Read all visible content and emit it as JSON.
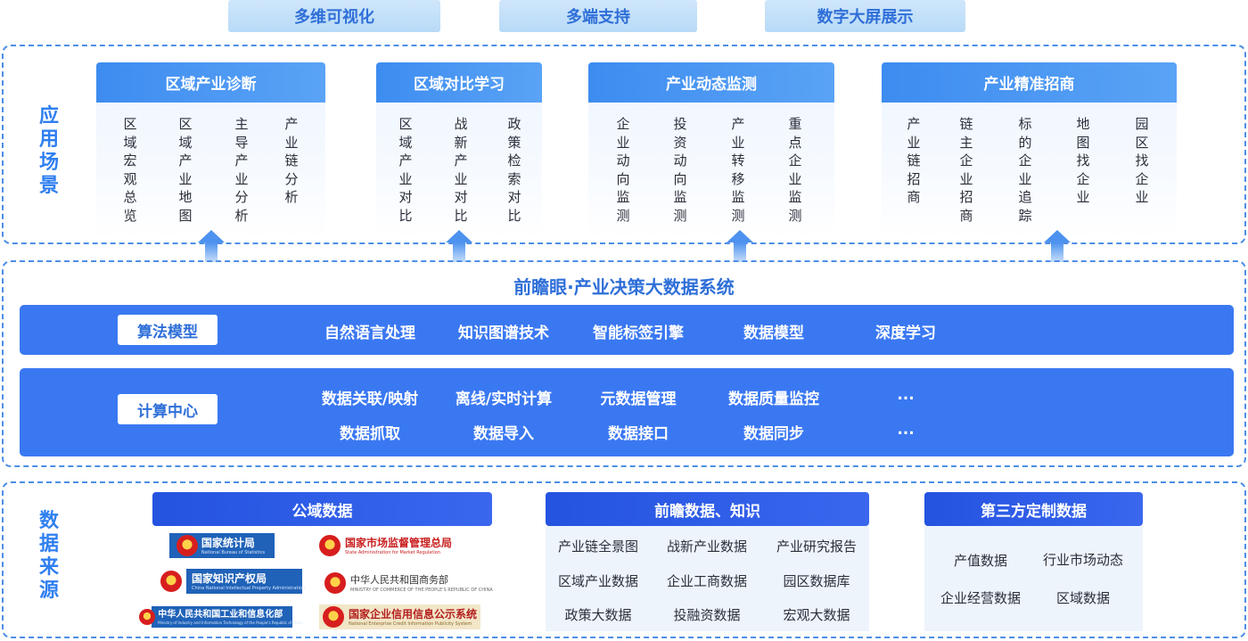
{
  "top_tabs": [
    "多维可视化",
    "多端支持",
    "数字大屏展示"
  ],
  "app_section": {
    "label": "应用场景",
    "cards": [
      {
        "title": "区域产业诊断",
        "items": [
          "区域宏观总览",
          "区域产业地图",
          "主导产业分析",
          "产业链分析"
        ]
      },
      {
        "title": "区域对比学习",
        "items": [
          "区域产业对比",
          "战新产业对比",
          "政策检索对比"
        ]
      },
      {
        "title": "产业动态监测",
        "items": [
          "企业动向监测",
          "投资动向监测",
          "产业转移监测",
          "重点企业监测"
        ]
      },
      {
        "title": "产业精准招商",
        "items": [
          "产业链招商",
          "链主企业招商",
          "标的企业追踪",
          "地图找企业",
          "园区找企业"
        ]
      }
    ]
  },
  "system": {
    "title": "前瞻眼·产业决策大数据系统",
    "algo": {
      "label": "算法模型",
      "items": [
        "自然语言处理",
        "知识图谱技术",
        "智能标签引擎",
        "数据模型",
        "深度学习"
      ]
    },
    "compute": {
      "label": "计算中心",
      "row1": [
        "数据关联/映射",
        "离线/实时计算",
        "元数据管理",
        "数据质量监控",
        "..."
      ],
      "row2": [
        "数据抓取",
        "数据导入",
        "数据接口",
        "数据同步",
        "..."
      ]
    }
  },
  "data_section": {
    "label": "数据来源",
    "public": {
      "title": "公域数据",
      "logos": [
        {
          "name": "国家统计局",
          "sub": "National Bureau of Statistics"
        },
        {
          "name": "国家市场监督管理总局",
          "sub": "State Administration for Market Regulation"
        },
        {
          "name": "国家知识产权局",
          "sub": "China National Intellectual Property Administration"
        },
        {
          "name": "中华人民共和国商务部",
          "sub": "MINISTRY OF COMMERCE OF THE PEOPLE'S REPUBLIC OF CHINA"
        },
        {
          "name": "中华人民共和国工业和信息化部",
          "sub": "Ministry of Industry and Information Technology of the People's Republic of China"
        },
        {
          "name": "国家企业信用信息公示系统",
          "sub": "National Enterprise Credit Information Publicity System"
        }
      ]
    },
    "qianzhan": {
      "title": "前瞻数据、知识",
      "items": [
        "产业链全景图",
        "战新产业数据",
        "产业研究报告",
        "区域产业数据",
        "企业工商数据",
        "园区数据库",
        "政策大数据",
        "投融资数据",
        "宏观大数据"
      ]
    },
    "third": {
      "title": "第三方定制数据",
      "items": [
        "产值数据",
        "行业市场动态",
        "企业经营数据",
        "区域数据"
      ]
    }
  },
  "colors": {
    "accent": "#3a78f2",
    "light_accent": "#4e8ee6",
    "dark_accent": "#2453e0"
  }
}
